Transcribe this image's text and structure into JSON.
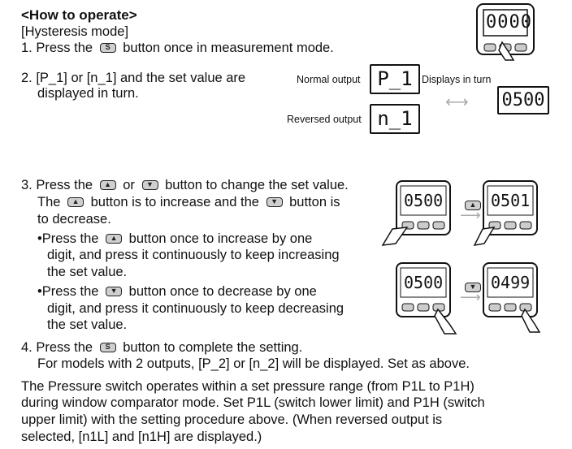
{
  "heading": "<How to operate>",
  "mode_label": "[Hysteresis mode]",
  "step1": {
    "pre": "1. Press the",
    "post": "button once in measurement mode.",
    "button_icon": "set-button-icon",
    "button_glyph": "S"
  },
  "step2": {
    "line1": "2. [P_1] or [n_1] and the set value are",
    "line2": "displayed in turn."
  },
  "normal_output_label": "Normal output",
  "reversed_output_label": "Reversed output",
  "displays_in_turn_label": "Displays in turn",
  "lcd": {
    "device_top": "0000",
    "normal": "P_1",
    "reversed": "n_1",
    "set_value": "0500",
    "inc_from": "0500",
    "inc_to": "0501",
    "dec_from": "0500",
    "dec_to": "0499"
  },
  "step3": {
    "l1_pre": "3. Press the",
    "l1_mid": "or",
    "l1_post": "button to change the set value.",
    "l2_pre": "The",
    "l2_mid": "button is to increase and the",
    "l2_post": "button is",
    "l3": "to decrease.",
    "b1_pre": "Press the",
    "b1_post": "button once to increase by one",
    "b1_l2": "digit, and press it continuously to keep increasing",
    "b1_l3": "the set value.",
    "b2_pre": "Press the",
    "b2_post": "button once to decrease by one",
    "b2_l2": "digit, and press it continuously to keep decreasing",
    "b2_l3": "the set value.",
    "up_glyph": "▲",
    "down_glyph": "▼",
    "bullet": "•"
  },
  "step4": {
    "pre": "4. Press the",
    "post": "button to complete the setting.",
    "l2": "For models with 2 outputs, [P_2] or [n_2] will be displayed. Set as above."
  },
  "note": {
    "l1": "The Pressure switch operates within a set pressure range (from P1L to P1H)",
    "l2": "during window comparator mode. Set P1L (switch lower limit) and P1H (switch",
    "l3": "upper limit) with the setting procedure above. (When reversed output is",
    "l4": "selected, [n1L] and [n1H] are displayed.)"
  },
  "colors": {
    "button_fill": "#cfcfcf",
    "arrow_gray": "#aaaaaa",
    "text": "#111111"
  }
}
